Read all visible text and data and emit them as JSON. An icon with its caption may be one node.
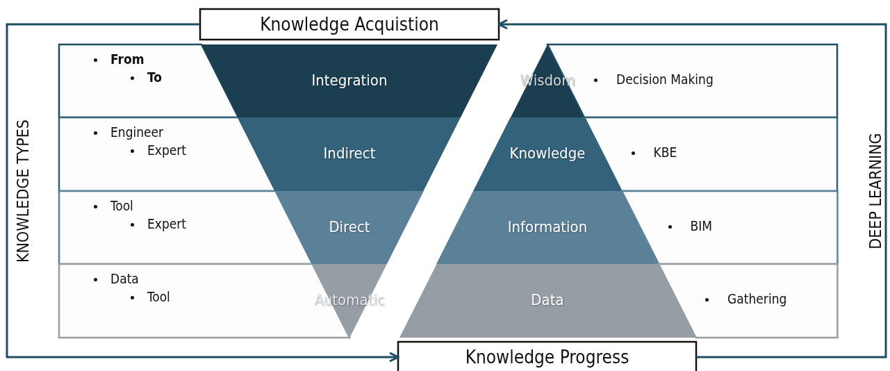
{
  "diagram": {
    "nodes": [
      {
        "text": [
          "Knowledge Acquistion"
        ]
      },
      {
        "text": [
          "From",
          "To"
        ]
      },
      {
        "text": [
          "Engineer",
          "Expert"
        ]
      },
      {
        "text": [
          "Tool",
          "Expert"
        ]
      },
      {
        "text": [
          "Data",
          "Tool"
        ]
      },
      {
        "text": [
          "Integration"
        ]
      },
      {
        "text": [
          "Indirect"
        ]
      },
      {
        "text": [
          "Direct"
        ]
      },
      {
        "text": [
          "Automatic"
        ]
      },
      {
        "text": [
          "Wisdom"
        ]
      },
      {
        "text": [
          "Knowledge"
        ]
      },
      {
        "text": [
          "Information"
        ]
      },
      {
        "text": [
          "Data"
        ]
      },
      {
        "text": [
          "Decision Making"
        ]
      },
      {
        "text": [
          "KBE"
        ]
      },
      {
        "text": [
          "BIM"
        ]
      },
      {
        "text": [
          "Gathering"
        ]
      },
      {
        "text": [
          "Knowledge Progress"
        ]
      }
    ],
    "edges": [
      {
        "from": 0,
        "to": 17,
        "arrow": "to"
      },
      {
        "from": 17,
        "to": 0,
        "arrow": "to"
      }
    ],
    "labels": [
      "KNOWLEDGE TYPES",
      "DEEP LEARNING"
    ]
  }
}
